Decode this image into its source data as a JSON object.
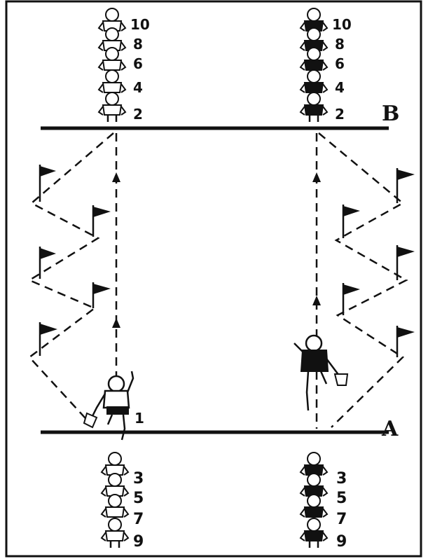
{
  "lines": {
    "start": "A",
    "turn": "B"
  },
  "teams": [
    {
      "id": "left",
      "shirt": "#ffffff",
      "behind_start": [
        "3",
        "5",
        "7",
        "9"
      ],
      "behind_turn": [
        "10",
        "8",
        "6",
        "4",
        "2"
      ],
      "runner": "1"
    },
    {
      "id": "right",
      "shirt": "#111111",
      "behind_start": [
        "3",
        "5",
        "7",
        "9"
      ],
      "behind_turn": [
        "10",
        "8",
        "6",
        "4",
        "2"
      ]
    }
  ],
  "flags_per_lane": 5,
  "colors": {
    "ink": "#111111",
    "paper": "#ffffff"
  }
}
